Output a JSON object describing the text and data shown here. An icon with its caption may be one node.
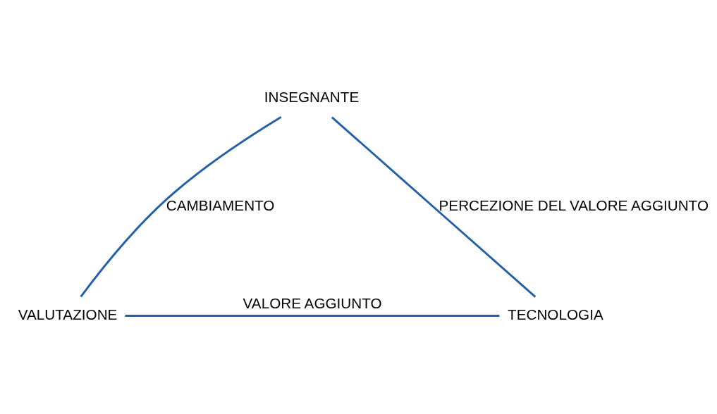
{
  "diagram": {
    "nodes": [
      {
        "text": [
          "INSEGNANTE"
        ]
      },
      {
        "text": [
          "VALUTAZIONE"
        ]
      },
      {
        "text": [
          "TECNOLOGIA"
        ]
      }
    ],
    "edges": [
      {
        "from": 0,
        "to": 1,
        "arrow": "none",
        "label": "CAMBIAMENTO"
      },
      {
        "from": 0,
        "to": 2,
        "arrow": "none",
        "label": "PERCEZIONE DEL VALORE AGGIUNTO"
      },
      {
        "from": 1,
        "to": 2,
        "arrow": "none",
        "label": "VALORE AGGIUNTO"
      }
    ]
  }
}
